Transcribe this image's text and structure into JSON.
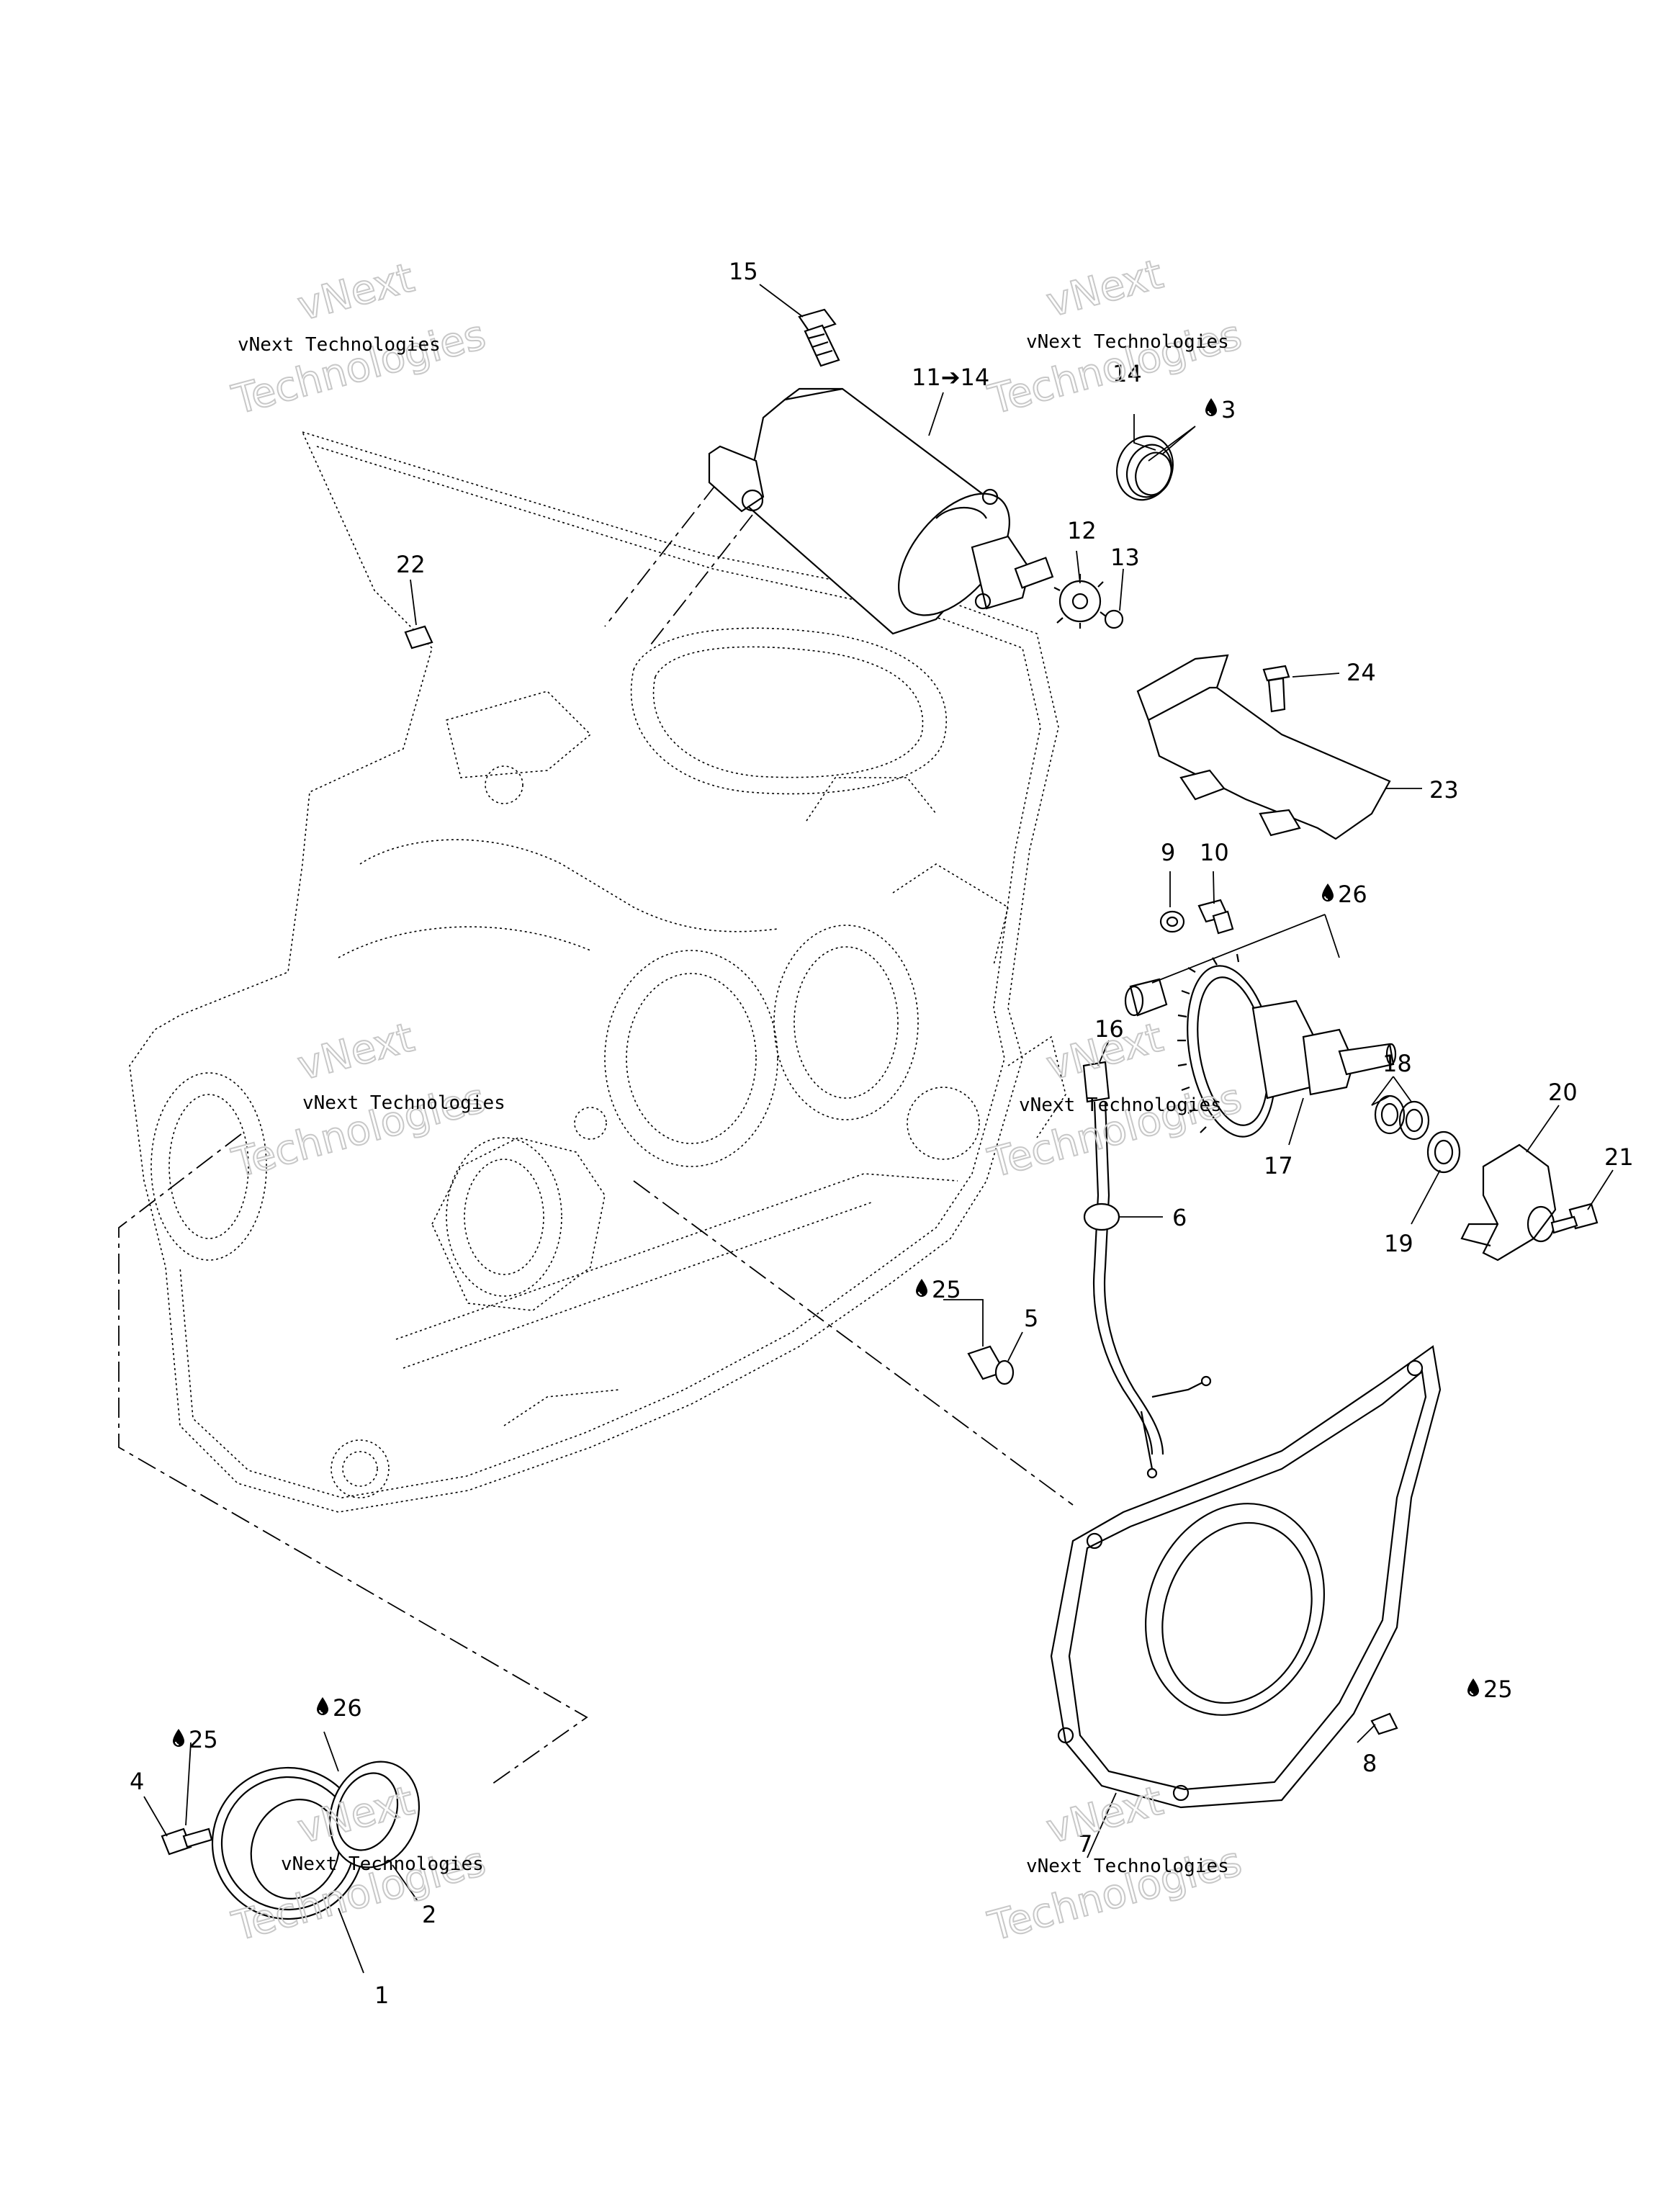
{
  "labels": {
    "p1": "1",
    "p2": "2",
    "p3": "3",
    "p4": "4",
    "p5": "5",
    "p6": "6",
    "p7": "7",
    "p8": "8",
    "p9": "9",
    "p10": "10",
    "p11_14": "11➔14",
    "p12": "12",
    "p13": "13",
    "p14": "14",
    "p15": "15",
    "p16": "16",
    "p17": "17",
    "p18": "18",
    "p19": "19",
    "p20": "20",
    "p21": "21",
    "p22": "22",
    "p23": "23",
    "p24": "24",
    "l25_a": "25",
    "l25_b": "25",
    "l25_c": "25",
    "l26_a": "26",
    "l26_b": "26"
  },
  "watermark": {
    "small": "vNext Technologies",
    "big_1": "vNext",
    "big_2": "Technologies"
  },
  "icons": {
    "drop": "drop-icon"
  }
}
